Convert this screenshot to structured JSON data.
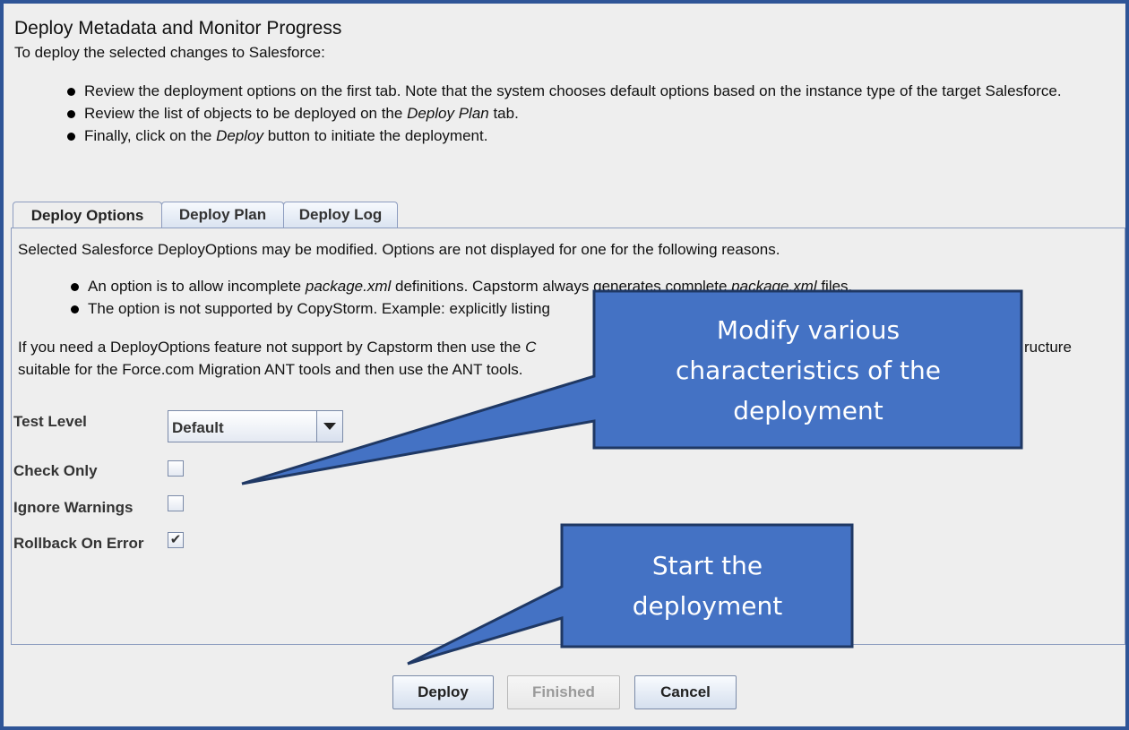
{
  "header": {
    "title": "Deploy Metadata and Monitor Progress",
    "subtitle": "To deploy the selected changes to Salesforce:",
    "bullets": [
      {
        "text": "Review the deployment options on the first tab. Note that the system chooses default options based on the instance type of the target Salesforce."
      },
      {
        "pre": "Review the list of objects to be deployed on the ",
        "em": "Deploy Plan",
        "post": " tab."
      },
      {
        "pre": "Finally, click on the ",
        "em": "Deploy",
        "post": " button to initiate the deployment."
      }
    ]
  },
  "tabs": [
    {
      "label": "Deploy Options",
      "active": true
    },
    {
      "label": "Deploy Plan",
      "active": false
    },
    {
      "label": "Deploy Log",
      "active": false
    }
  ],
  "panel": {
    "note": "Selected Salesforce DeployOptions may be modified. Options are not displayed for one for the following reasons.",
    "reasons": [
      {
        "pre": "An option is to allow incomplete ",
        "em1": "package.xml",
        "mid": " definitions. Capstorm always generates complete ",
        "em2": "package.xml",
        "post": " files."
      },
      {
        "text": "The option is not supported by CopyStorm. Example: explicitly listing"
      }
    ],
    "extra_line1_pre": "If you need a DeployOptions feature not support by Capstorm then use the ",
    "extra_line1_em": "C",
    "extra_line1_tail": "ructure",
    "extra_line2": "suitable for the Force.com Migration ANT tools and then use the ANT tools."
  },
  "form": {
    "test_level_label": "Test Level",
    "test_level_value": "Default",
    "check_only_label": "Check Only",
    "check_only": false,
    "ignore_warnings_label": "Ignore Warnings",
    "ignore_warnings": false,
    "rollback_label": "Rollback On Error",
    "rollback": true,
    "check_mark": "✔"
  },
  "buttons": {
    "deploy": "Deploy",
    "finished": "Finished",
    "cancel": "Cancel"
  },
  "callouts": {
    "options_line1": "Modify various",
    "options_line2": "characteristics of the",
    "options_line3": "deployment",
    "deploy_line1": "Start the",
    "deploy_line2": "deployment"
  },
  "colors": {
    "callout_fill": "#4472c4",
    "callout_border": "#1f3864",
    "frame": "#2f5597"
  }
}
